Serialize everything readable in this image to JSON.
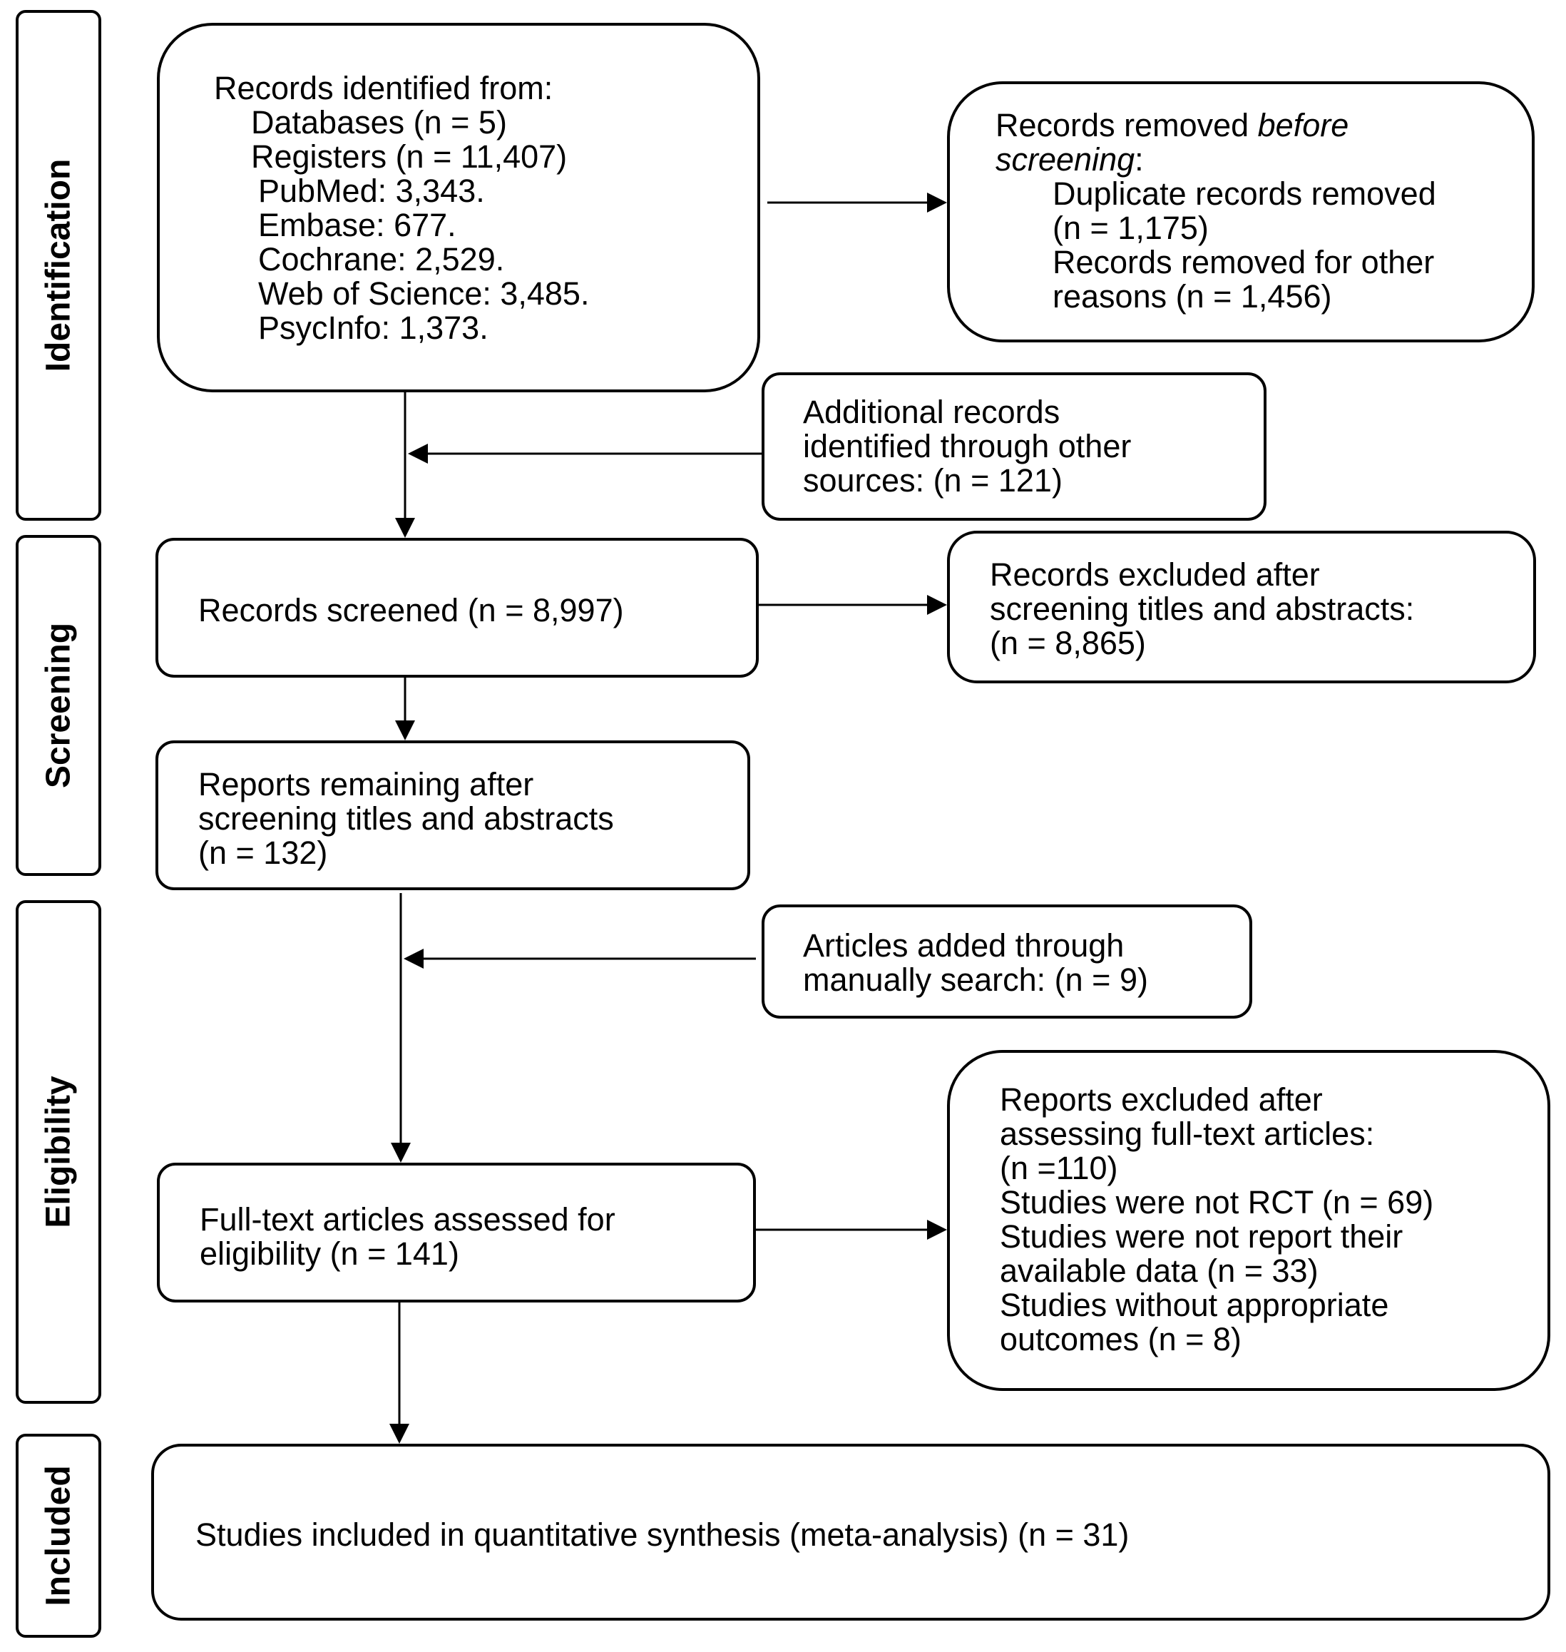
{
  "phases": {
    "identification": "Identification",
    "screening": "Screening",
    "eligibility": "Eligibility",
    "included": "Included"
  },
  "records_identified": {
    "heading": "Records identified from:",
    "databases": "Databases (n = 5)",
    "registers": "Registers (n = 11,407)",
    "pubmed": "PubMed: 3,343.",
    "embase": "Embase: 677.",
    "cochrane": "Cochrane: 2,529.",
    "wos": "Web of Science: 3,485.",
    "psycinfo": "PsycInfo: 1,373."
  },
  "records_removed": {
    "heading_prefix": "Records removed ",
    "heading_emph1": "before",
    "heading_emph2": "screening",
    "heading_suffix": ":",
    "duplicates_1": "Duplicate records removed",
    "duplicates_2": "(n = 1,175)",
    "other_1": "Records removed for other",
    "other_2": "reasons (n = 1,456)"
  },
  "additional_records": {
    "line1": "Additional records",
    "line2": "identified through other",
    "line3": "sources: (n = 121)"
  },
  "records_screened": {
    "text": "Records screened (n = 8,997)"
  },
  "records_excluded": {
    "line1": "Records excluded after",
    "line2": "screening titles and abstracts:",
    "line3": "(n = 8,865)"
  },
  "reports_remaining": {
    "line1": "Reports remaining after",
    "line2": "screening titles and abstracts",
    "line3": "(n = 132)"
  },
  "articles_added": {
    "line1": "Articles added through",
    "line2": "manually search: (n = 9)"
  },
  "fulltext_assessed": {
    "line1": "Full-text articles assessed for",
    "line2": "eligibility (n = 141)"
  },
  "reports_excluded": {
    "line1": "Reports excluded after",
    "line2": "assessing full-text articles:",
    "line3": "(n =110)",
    "line4": "Studies were not RCT (n = 69)",
    "line5": "Studies were not report their",
    "line6": "available data (n = 33)",
    "line7": "Studies without appropriate",
    "line8": "outcomes (n = 8)"
  },
  "studies_included": {
    "text": "Studies included in quantitative synthesis (meta-analysis) (n = 31)"
  }
}
